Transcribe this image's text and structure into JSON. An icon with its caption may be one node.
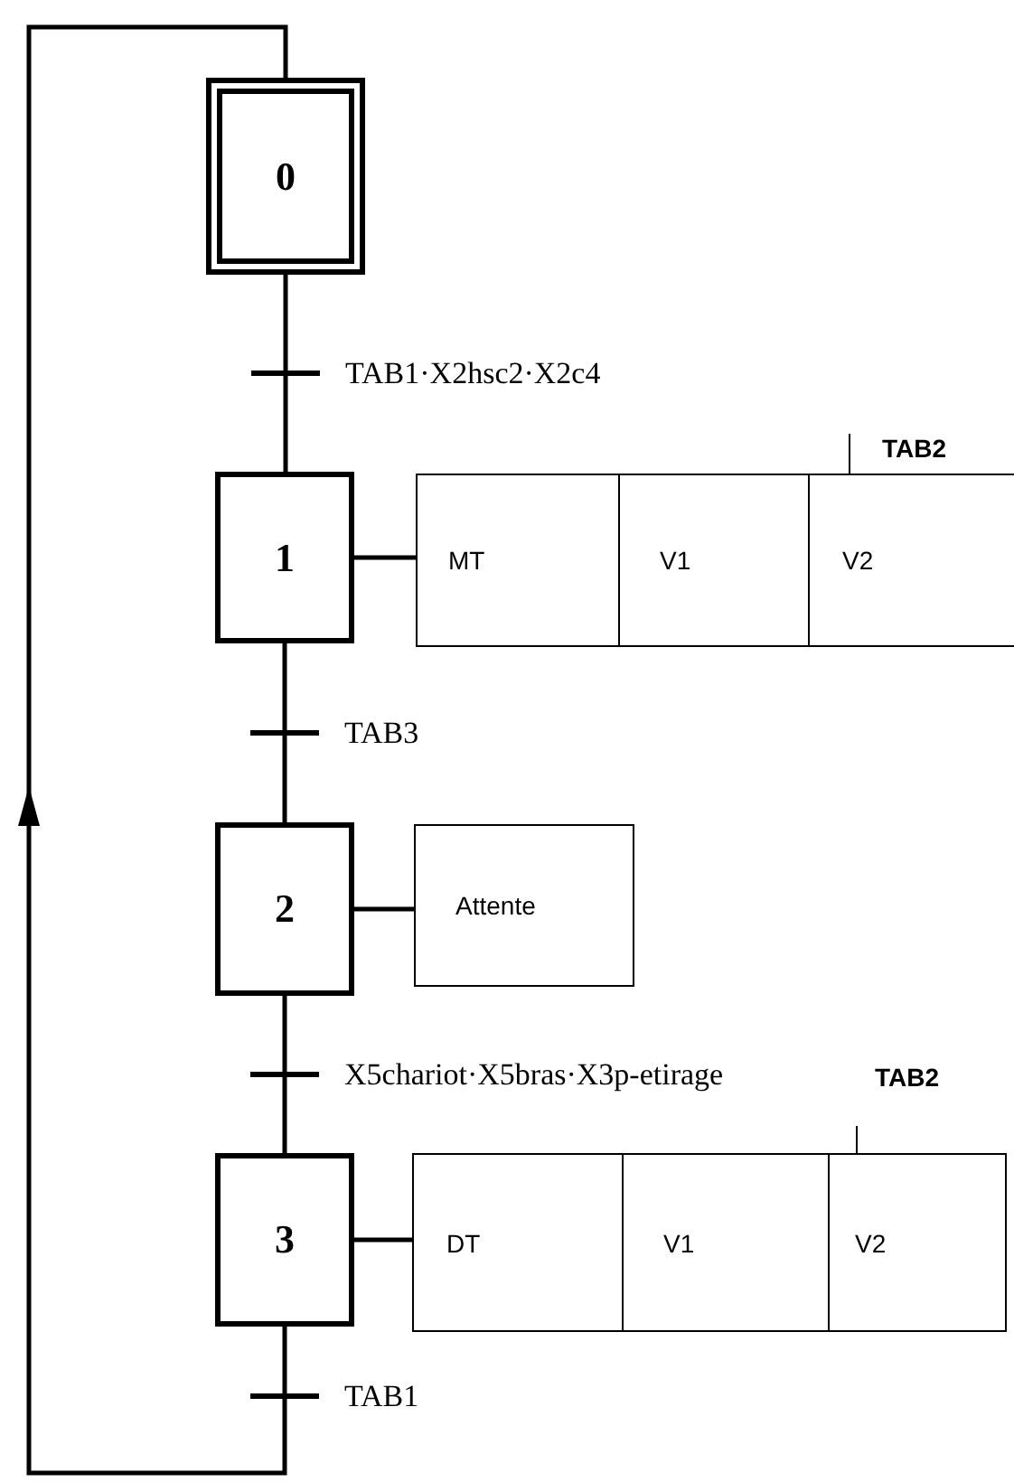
{
  "diagram": {
    "nodes": [
      {
        "text": [
          "0"
        ]
      },
      {
        "text": [
          "1"
        ]
      },
      {
        "text": [
          "MT"
        ]
      },
      {
        "text": [
          "V1"
        ]
      },
      {
        "text": [
          "V2"
        ]
      },
      {
        "text": [
          "2"
        ]
      },
      {
        "text": [
          "Attente"
        ]
      },
      {
        "text": [
          "3"
        ]
      },
      {
        "text": [
          "DT"
        ]
      },
      {
        "text": [
          "V1"
        ]
      },
      {
        "text": [
          "V2"
        ]
      }
    ],
    "edges": [
      {
        "from": 0,
        "to": 1,
        "arrow": "none",
        "label": "TAB1·X2hsc2·X2c4"
      },
      {
        "from": 1,
        "to": 2,
        "arrow": "none"
      },
      {
        "from": 1,
        "to": 5,
        "arrow": "none",
        "label": "TAB3"
      },
      {
        "from": 5,
        "to": 6,
        "arrow": "none"
      },
      {
        "from": 5,
        "to": 7,
        "arrow": "none",
        "label": "X5chariot·X5bras·X3p-etirage"
      },
      {
        "from": 7,
        "to": 8,
        "arrow": "none"
      },
      {
        "from": 7,
        "to": 0,
        "arrow": "to",
        "label": "TAB1"
      }
    ],
    "labels": [
      "TAB2",
      "TAB2"
    ]
  }
}
